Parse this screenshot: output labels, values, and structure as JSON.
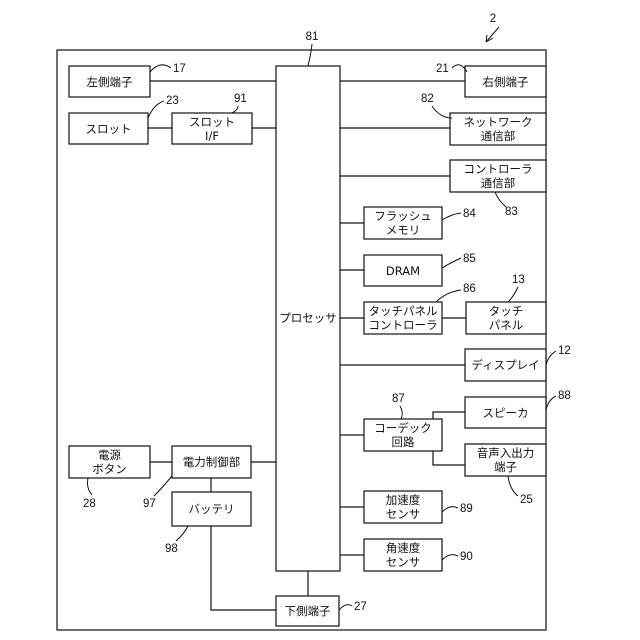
{
  "figure_number": "2",
  "blocks": {
    "left_terminal": "左側端子",
    "slot": "スロット",
    "slot_if": [
      "スロット",
      "I/F"
    ],
    "processor": "プロセッサ",
    "power_button": [
      "電源",
      "ボタン"
    ],
    "power_control": "電力制御部",
    "battery": "バッテリ",
    "right_terminal": "右側端子",
    "network_comm": [
      "ネットワーク",
      "通信部"
    ],
    "controller_comm": [
      "コントローラ",
      "通信部"
    ],
    "flash_memory": [
      "フラッシュ",
      "メモリ"
    ],
    "dram": "DRAM",
    "touch_panel_controller": [
      "タッチパネル",
      "コントローラ"
    ],
    "touch_panel": [
      "タッチ",
      "パネル"
    ],
    "display": "ディスプレイ",
    "codec_circuit": [
      "コーデック",
      "回路"
    ],
    "speaker": "スピーカ",
    "audio_io_terminal": [
      "音声入出力",
      "端子"
    ],
    "accel_sensor": [
      "加速度",
      "センサ"
    ],
    "angular_velocity_sensor": [
      "角速度",
      "センサ"
    ],
    "lower_terminal": "下側端子"
  },
  "reference_numerals": {
    "processor": "81",
    "left_terminal": "17",
    "right_terminal": "21",
    "slot": "23",
    "slot_if": "91",
    "network_comm": "82",
    "controller_comm": "83",
    "flash_memory": "84",
    "dram": "85",
    "touch_panel_controller": "86",
    "touch_panel": "13",
    "display": "12",
    "codec_circuit": "87",
    "speaker": "88",
    "audio_io_terminal": "25",
    "accel_sensor": "89",
    "angular_velocity_sensor": "90",
    "power_button": "28",
    "power_control": "97",
    "battery": "98",
    "lower_terminal": "27"
  }
}
